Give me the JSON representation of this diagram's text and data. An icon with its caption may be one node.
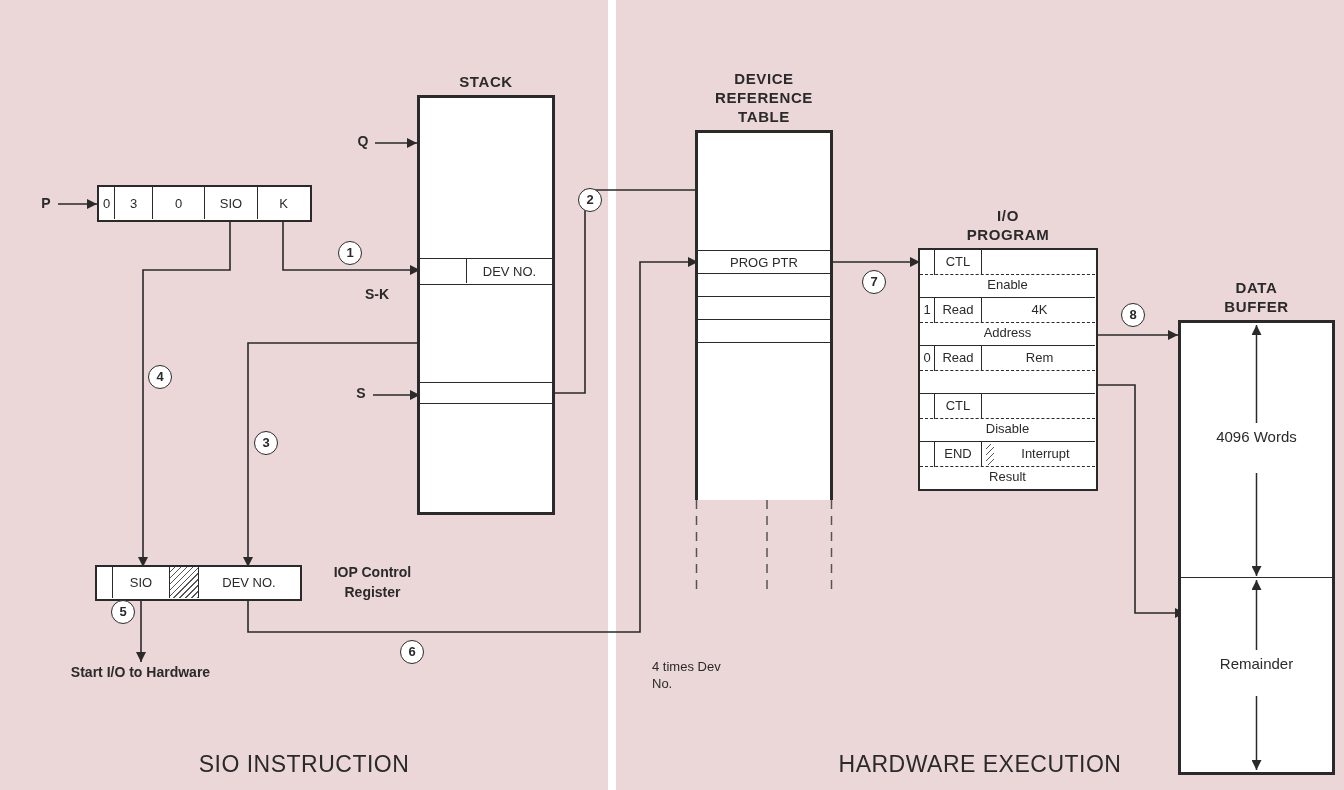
{
  "diagram": {
    "nodes": [
      {
        "text": [
          "SIO INSTRUCTION"
        ]
      },
      {
        "text": [
          "P"
        ],
        "in": 0
      },
      {
        "text": [],
        "shape": "box",
        "in": 0
      },
      {
        "text": [
          "0"
        ],
        "in": 2
      },
      {
        "text": [
          "3"
        ],
        "in": 2
      },
      {
        "text": [
          "0"
        ],
        "in": 2
      },
      {
        "text": [
          "SIO"
        ],
        "in": 2
      },
      {
        "text": [
          "K"
        ],
        "in": 2
      },
      {
        "text": [
          "STACK"
        ],
        "in": 0
      },
      {
        "text": [
          "Q"
        ],
        "in": 0
      },
      {
        "text": [
          "S"
        ],
        "in": 0
      },
      {
        "text": [],
        "shape": "box",
        "in": 8,
        "beside": [
          "S-K"
        ]
      },
      {
        "text": [
          "DEV NO."
        ],
        "in": 11
      },
      {
        "text": [],
        "shape": "box",
        "in": 8
      },
      {
        "text": [],
        "shape": "box",
        "in": 0,
        "beside": [
          "IOP Control Register"
        ]
      },
      {
        "text": [],
        "shape": "box",
        "in": 14
      },
      {
        "text": [
          "SIO"
        ],
        "in": 14
      },
      {
        "text": [],
        "shape": "box",
        "in": 14
      },
      {
        "text": [
          "DEV NO."
        ],
        "in": 14
      },
      {
        "text": [
          "Start I/O to Hardware"
        ],
        "in": 0
      },
      {
        "text": [
          "HARDWARE EXECUTION"
        ]
      },
      {
        "text": [
          "DEVICE REFERENCE TABLE"
        ],
        "in": 20
      },
      {
        "text": [
          "PROG PTR"
        ],
        "in": 21
      },
      {
        "text": [],
        "shape": "box",
        "in": 21
      },
      {
        "text": [],
        "shape": "box",
        "in": 21
      },
      {
        "text": [],
        "shape": "box",
        "in": 21
      },
      {
        "text": [
          "I/O PROGRAM"
        ],
        "in": 20
      },
      {
        "text": [
          "CTL",
          "Enable"
        ],
        "in": 26
      },
      {
        "text": [
          "1",
          "Read",
          "4K",
          "Address"
        ],
        "in": 26
      },
      {
        "text": [
          "0",
          "Read",
          "Rem"
        ],
        "in": 26
      },
      {
        "text": [
          "CTL",
          "Disable"
        ],
        "in": 26
      },
      {
        "text": [
          "END",
          "Interrupt",
          "Result"
        ],
        "in": 26
      },
      {
        "text": [
          "DATA BUFFER"
        ],
        "in": 20
      },
      {
        "text": [
          "4096 Words"
        ],
        "in": 32
      },
      {
        "text": [
          "Remainder"
        ],
        "in": 32
      }
    ],
    "edges": [
      {
        "from": 1,
        "to": 2,
        "arrow": "to"
      },
      {
        "from": 9,
        "to": 8,
        "arrow": "to"
      },
      {
        "from": 10,
        "to": 13,
        "arrow": "to"
      },
      {
        "from": 7,
        "to": 11,
        "arrow": "to",
        "label": "1"
      },
      {
        "from": 13,
        "to": 22,
        "arrow": "to",
        "label": "2"
      },
      {
        "from": 12,
        "to": 18,
        "arrow": "to",
        "label": "3"
      },
      {
        "from": 6,
        "to": 16,
        "arrow": "to",
        "label": "4"
      },
      {
        "from": 16,
        "to": 19,
        "arrow": "to",
        "label": "5"
      },
      {
        "from": 18,
        "to": 22,
        "arrow": "to",
        "label": "6"
      },
      {
        "from": 22,
        "to": 27,
        "arrow": "to",
        "label": "7"
      },
      {
        "from": 28,
        "to": 32,
        "arrow": "to",
        "label": "8"
      },
      {
        "from": 29,
        "to": 34,
        "arrow": "to"
      }
    ],
    "labels": [
      "4 times Dev No."
    ]
  }
}
